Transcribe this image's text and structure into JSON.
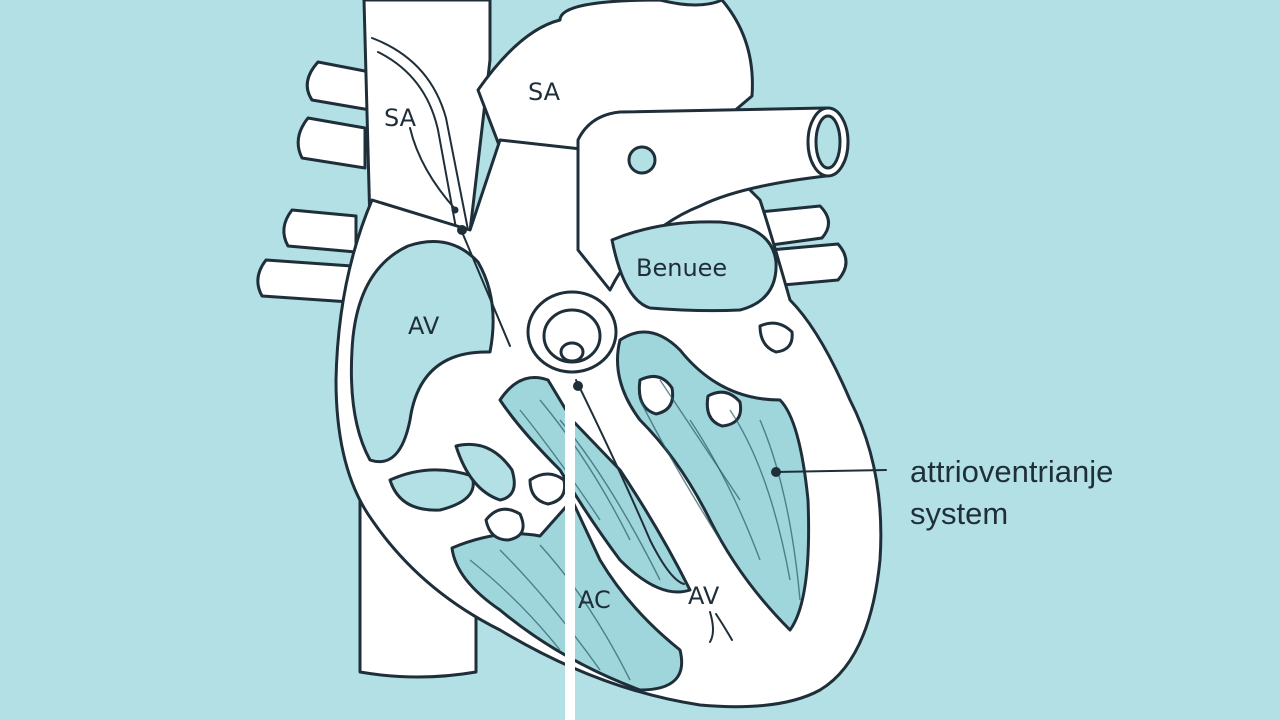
{
  "labels": {
    "sa_top": "SA",
    "sa_left": "SA",
    "av_left": "AV",
    "benuee": "Benuee",
    "ac": "AC",
    "av_bottom": "AV",
    "side_line1": "attrioventrianje",
    "side_line2": "system"
  },
  "colors": {
    "background": "#b3e0e5",
    "outline": "#1f2f3a",
    "fill": "#ffffff",
    "muscle": "#9fd6dc"
  }
}
